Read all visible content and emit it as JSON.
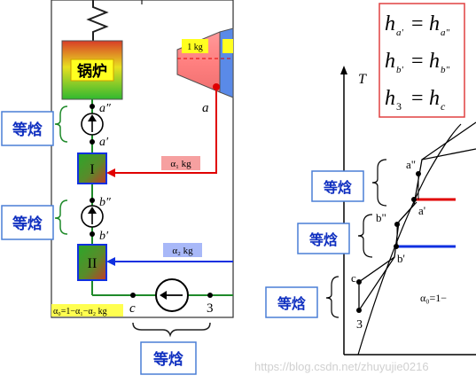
{
  "left_diagram": {
    "boiler_label": "锅炉",
    "heater_1_label": "I",
    "heater_2_label": "II",
    "turbine_mass_label": "1 kg",
    "turbine_exit_point": "a",
    "point_a_double_prime": "a″",
    "point_a_prime": "a′",
    "point_b_double_prime": "b″",
    "point_b_prime": "b′",
    "point_c": "c",
    "point_3": "3",
    "extraction_1_label": "α₁ kg",
    "extraction_2_label": "α₂ kg",
    "main_flow_label": "α₀=1−α₁−α₂ kg",
    "isenthalpic_label_upper": "等焓",
    "isenthalpic_label_middle": "等焓",
    "isenthalpic_label_bottom": "等焓"
  },
  "equations": {
    "eq1_lhs": "h",
    "eq1_lhs_sub": "a'",
    "eq1_rhs": "h",
    "eq1_rhs_sub": "a\"",
    "eq2_lhs": "h",
    "eq2_lhs_sub": "b'",
    "eq2_rhs": "h",
    "eq2_rhs_sub": "b\"",
    "eq3_lhs": "h",
    "eq3_lhs_sub": "3",
    "eq3_rhs": "h",
    "eq3_rhs_sub": "c"
  },
  "ts_diagram": {
    "axis_label": "T",
    "point_a_double_prime": "a\"",
    "point_a_prime": "a'",
    "point_b_double_prime": "b\"",
    "point_b_prime": "b'",
    "point_c": "c",
    "point_3": "3",
    "flow_label": "α₀=1−",
    "isenthalpic_label_1": "等焓",
    "isenthalpic_label_2": "等焓",
    "isenthalpic_label_3": "等焓"
  },
  "watermark": "https://blog.csdn.net/zhuyujie0216",
  "colors": {
    "pipe_green": "#1f8a2a",
    "extraction_red": "#e00000",
    "extraction_blue": "#1030e0",
    "label_box_border": "#4a7fd6",
    "label_text": "#1030c0",
    "heater_green": "#2e9a2a",
    "eq_border": "#e04040"
  }
}
